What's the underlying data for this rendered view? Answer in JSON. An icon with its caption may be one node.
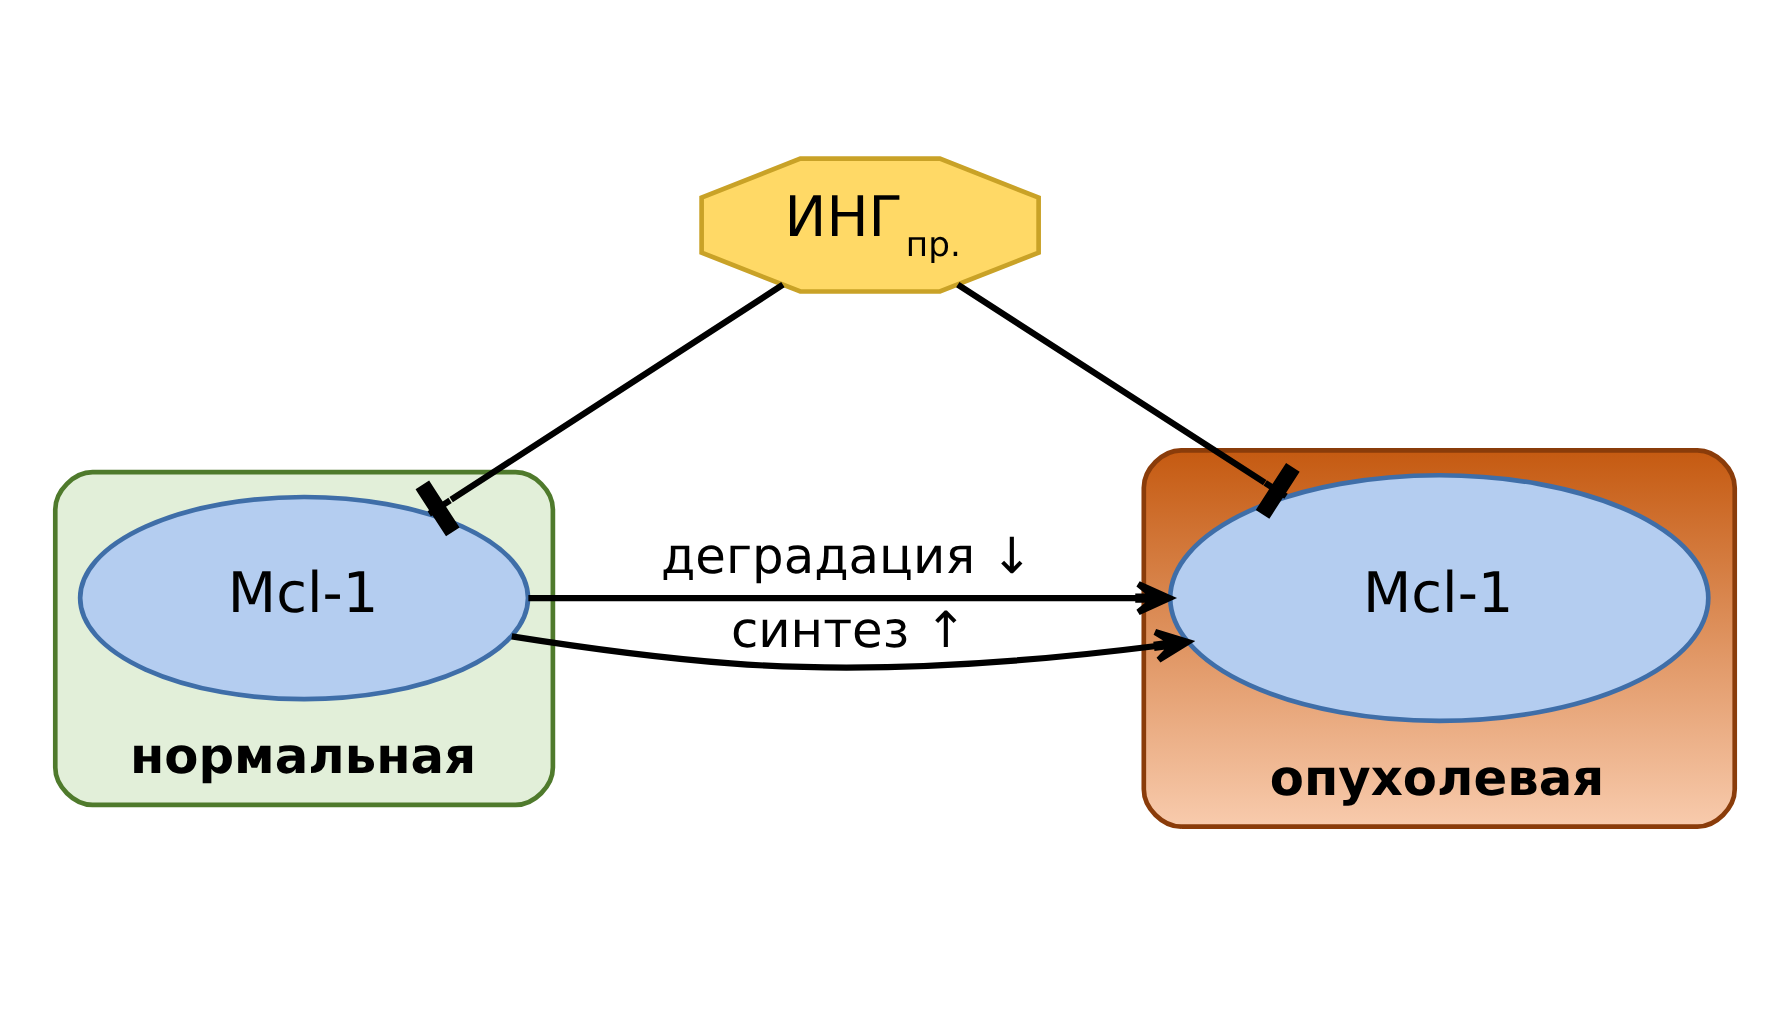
{
  "diagram": {
    "nodes": [
      {
        "text": [
          "ИНГ$_{пр.}$"
        ]
      },
      {
        "text": [
          "нормальная"
        ]
      },
      {
        "text": [
          "Mcl-1"
        ],
        "in": 1
      },
      {
        "text": [
          "опухолевая"
        ]
      },
      {
        "text": [
          "Mcl-1"
        ],
        "in": 3
      }
    ],
    "edges": [
      {
        "from": 0,
        "to": 2,
        "arrow": "other"
      },
      {
        "from": 0,
        "to": 4,
        "arrow": "other"
      },
      {
        "from": 2,
        "to": 4,
        "arrow": "to",
        "label": "деградация ↓"
      },
      {
        "from": 2,
        "to": 4,
        "arrow": "to",
        "label": "синтез ↑"
      }
    ]
  }
}
